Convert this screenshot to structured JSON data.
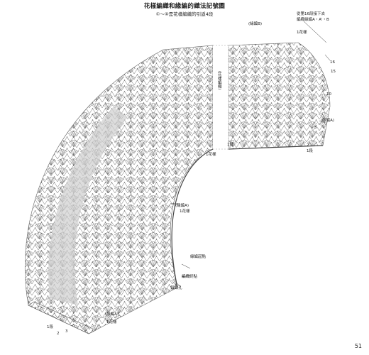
{
  "title": "花樣編織和緣編的織法記號圖",
  "subtitle": "①～④是花樣編織的引返4段",
  "labels": {
    "edge_a_right": "(緣編A)",
    "edge_a_mid": "(緣編A)",
    "edge_a_prime": "(緣編A')",
    "edge_b": "(緣編B)",
    "pattern_vertical": "(花樣編織)",
    "one_pattern_mid": "1花樣",
    "one_pattern_right": "1花樣",
    "one_pattern_top": "1花樣",
    "one_pattern_bottom": "1花樣",
    "row_start_note": "從第16段接下去",
    "edge_note": "編織緣編A・A'・B",
    "edge_start": "緣編起點",
    "edge_end": "編織終點",
    "button_hole": "鈕釦孔",
    "row_1": "1段",
    "row_16": "16",
    "row_15": "15",
    "row_10": "10",
    "row_5": "5",
    "row_2": "2",
    "row_3": "3",
    "row_1_bottom": "1段"
  },
  "page_number": "51",
  "colors": {
    "stitch": "#555555",
    "shade": "#cfcfcf",
    "text": "#222222"
  }
}
